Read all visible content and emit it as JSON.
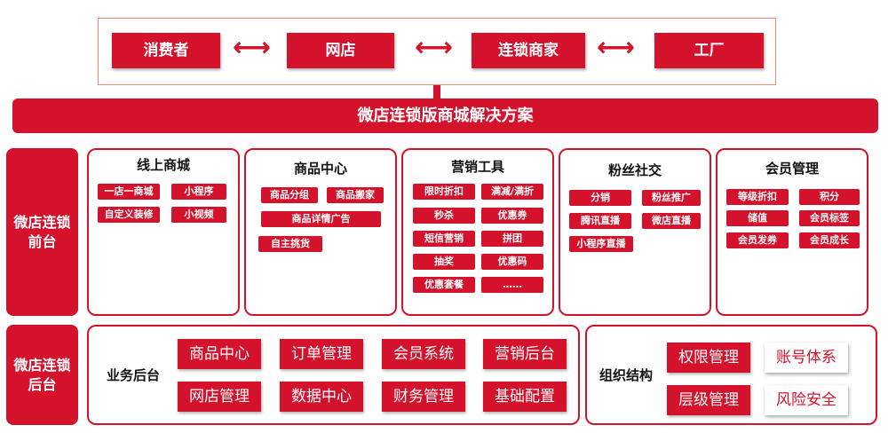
{
  "top": {
    "entities": [
      "消费者",
      "网店",
      "连锁商家",
      "工厂"
    ],
    "arrow": "⟷"
  },
  "banner": "微店连锁版商城解决方案",
  "frontend_label": "微店连锁前台",
  "backend_label": "微店连锁后台",
  "panels": {
    "online_mall": {
      "title": "线上商城",
      "items": [
        "一店一商城",
        "小程序",
        "自定义装修",
        "小视频"
      ]
    },
    "product_center": {
      "title": "商品中心",
      "items": [
        "商品分组",
        "商品搬家",
        "商品详情广告",
        "自主挑货"
      ]
    },
    "marketing": {
      "title": "营销工具",
      "items": [
        "限时折扣",
        "满减/满折",
        "秒杀",
        "优惠券",
        "短信营销",
        "拼团",
        "抽奖",
        "优惠码",
        "优惠套餐",
        "……"
      ]
    },
    "fans": {
      "title": "粉丝社交",
      "items": [
        "分销",
        "粉丝推广",
        "腾讯直播",
        "微店直播",
        "小程序直播"
      ]
    },
    "member": {
      "title": "会员管理",
      "items": [
        "等级折扣",
        "积分",
        "储值",
        "会员标签",
        "会员发券",
        "会员成长"
      ]
    }
  },
  "business": {
    "label": "业务后台",
    "items": [
      "商品中心",
      "订单管理",
      "会员系统",
      "营销后台",
      "网店管理",
      "数据中心",
      "财务管理",
      "基础配置"
    ]
  },
  "org": {
    "label": "组织结构",
    "red_items": [
      "权限管理",
      "层级管理"
    ],
    "white_items": [
      "账号体系",
      "风险安全"
    ]
  },
  "colors": {
    "accent": "#d4122c"
  }
}
